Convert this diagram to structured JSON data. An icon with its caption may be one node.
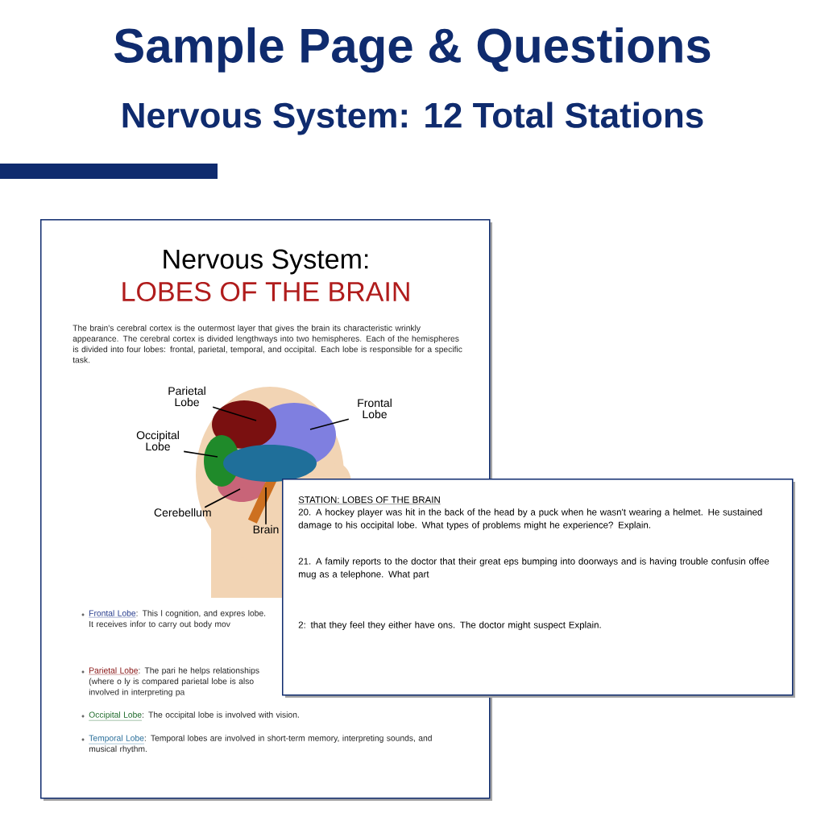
{
  "diagram": {
    "title": "Sample Page & Questions",
    "nodes": [
      {
        "text": [
          "Nervous System:",
          "LOBES OF THE BRAIN",
          "The brain's cerebral cortex is the outermost layer that gives the brain its characteristic wrinkly appearance. The cerebral cortex is divided lengthways into two hemispheres. Each of the hemispheres is divided into four lobes: frontal, parietal, temporal, and occipital. Each lobe is responsible for a specific task."
        ]
      },
      {
        "text": [
          "Parietal Lobe"
        ],
        "in": 0
      },
      {
        "text": [
          "Frontal Lobe"
        ],
        "in": 0
      },
      {
        "text": [
          "Occipital Lobe"
        ],
        "in": 0
      },
      {
        "text": [
          "Cerebellum"
        ],
        "in": 0
      },
      {
        "text": [
          "Brain"
        ],
        "in": 0
      },
      {
        "text": [
          "STATION: LOBES OF THE BRAIN",
          "20. A hockey player was hit in the back of the head by a puck when he wasn't wearing a helmet. He sustained damage to his occipital lobe. What types of problems might he experience? Explain.",
          "21. A family reports to the doctor that their great eps bumping into doorways and is having trouble confusin offee mug as a telephone. What part",
          "2: that they feel they either have ons. The doctor might suspect Explain."
        ]
      }
    ],
    "edges": [
      {
        "from": 1,
        "to": null,
        "arrow": "none"
      },
      {
        "from": 2,
        "to": null,
        "arrow": "none"
      },
      {
        "from": 3,
        "to": null,
        "arrow": "none"
      },
      {
        "from": 4,
        "to": null,
        "arrow": "none"
      },
      {
        "from": 5,
        "to": null,
        "arrow": "none"
      }
    ],
    "labels": [
      "Nervous System: 12 Total Stations",
      "Frontal Lobe",
      ": This l cognition, and expres lobe. It receives infor to carry out body mov",
      "Parietal Lobe",
      ": The pari he helps relationships (where o ly is compared parietal lobe is also involved in interpreting pa",
      "Occipital Lobe",
      ": The occipital lobe is involved with vision.",
      "Temporal Lobe",
      ": Temporal lobes are involved in short-term memory, interpreting sounds, and musical rhythm."
    ]
  }
}
